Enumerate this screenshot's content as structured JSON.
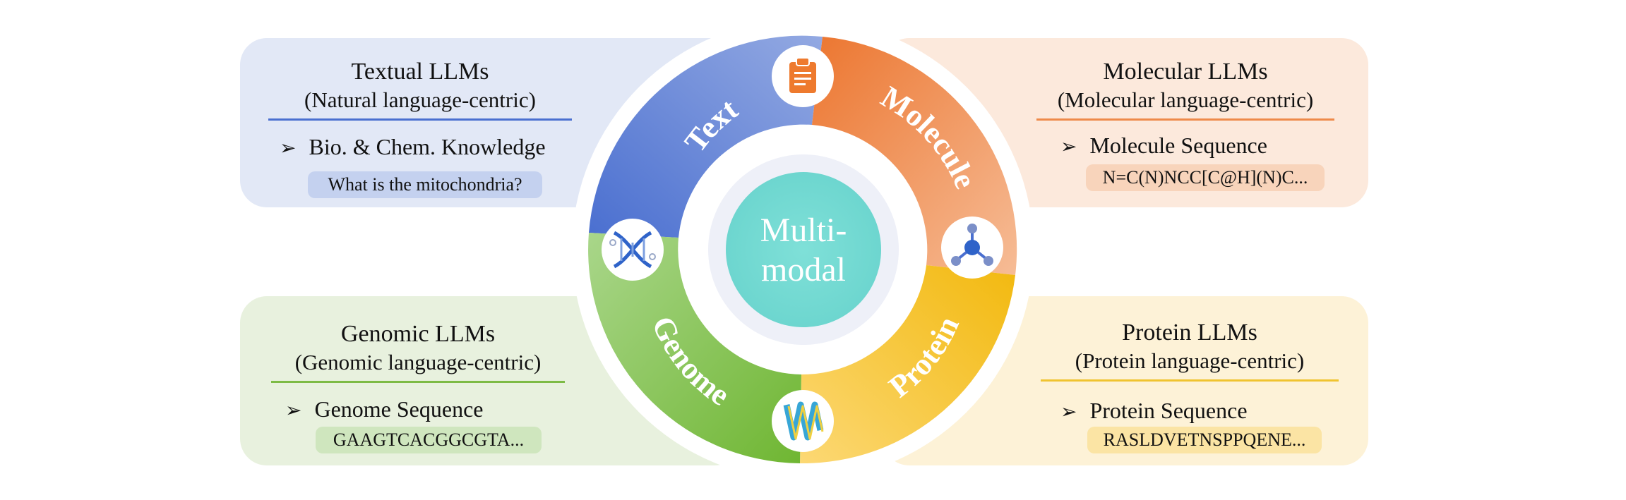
{
  "center": {
    "line1": "Multi-",
    "line2": "modal"
  },
  "segments": [
    {
      "label": "Text",
      "color_start": "#4a6fd0",
      "color_end": "#8fa6e0",
      "icon": "clipboard-icon"
    },
    {
      "label": "Molecule",
      "color_start": "#ee7d3b",
      "color_end": "#f4b58c",
      "icon": "molecule-icon"
    },
    {
      "label": "Protein",
      "color_start": "#f3be13",
      "color_end": "#fbd66a",
      "icon": "protein-icon"
    },
    {
      "label": "Genome",
      "color_start": "#76ba3d",
      "color_end": "#a9d58a",
      "icon": "dna-icon"
    }
  ],
  "cards": {
    "text": {
      "title": "Textual LLMs",
      "subtitle": "(Natural language-centric)",
      "bullet": "Bio. & Chem. Knowledge",
      "example": "What is the mitochondria?",
      "accent": "#4a6fd0"
    },
    "molecule": {
      "title": "Molecular LLMs",
      "subtitle": "(Molecular language-centric)",
      "bullet": "Molecule Sequence",
      "example": "N=C(N)NCC[C@H](N)C...",
      "accent": "#ee8a4a"
    },
    "genome": {
      "title": "Genomic LLMs",
      "subtitle": "(Genomic language-centric)",
      "bullet": "Genome Sequence",
      "example": "GAAGTCACGGCGTA...",
      "accent": "#7dbb45"
    },
    "protein": {
      "title": "Protein LLMs",
      "subtitle": "(Protein language-centric)",
      "bullet": "Protein Sequence",
      "example": "RASLDVETNSPPQENE...",
      "accent": "#f0c430"
    }
  }
}
